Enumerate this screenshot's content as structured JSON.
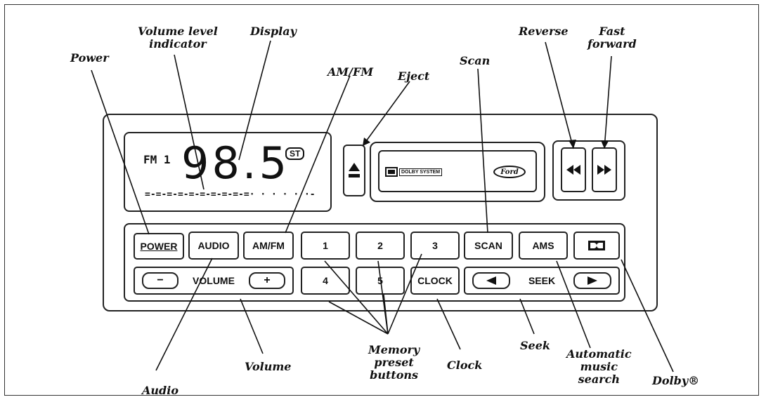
{
  "display": {
    "band": "FM 1",
    "frequency": "98.5",
    "stereo_badge": "ST",
    "volume_bar": "=-=-=-=-=-=-=-=-=-=· · · · · ·-"
  },
  "tape": {
    "dolby_label": "DOLBY SYSTEM",
    "logo": "Ford"
  },
  "buttons": {
    "power": "POWER",
    "audio": "AUDIO",
    "amfm": "AM/FM",
    "preset1": "1",
    "preset2": "2",
    "preset3": "3",
    "preset4": "4",
    "preset5": "5",
    "scan": "SCAN",
    "ams": "AMS",
    "clock": "CLOCK",
    "seek": "SEEK",
    "volume": "VOLUME",
    "vol_minus": "−",
    "vol_plus": "+"
  },
  "callouts": {
    "power": "Power",
    "volume_level": "Volume level\nindicator",
    "display": "Display",
    "amfm": "AM/FM",
    "eject": "Eject",
    "scan": "Scan",
    "reverse": "Reverse",
    "fast_forward": "Fast\nforward",
    "audio": "Audio",
    "volume": "Volume",
    "memory": "Memory\npreset\nbuttons",
    "clock": "Clock",
    "seek": "Seek",
    "ams": "Automatic\nmusic\nsearch",
    "dolby": "Dolby®"
  }
}
